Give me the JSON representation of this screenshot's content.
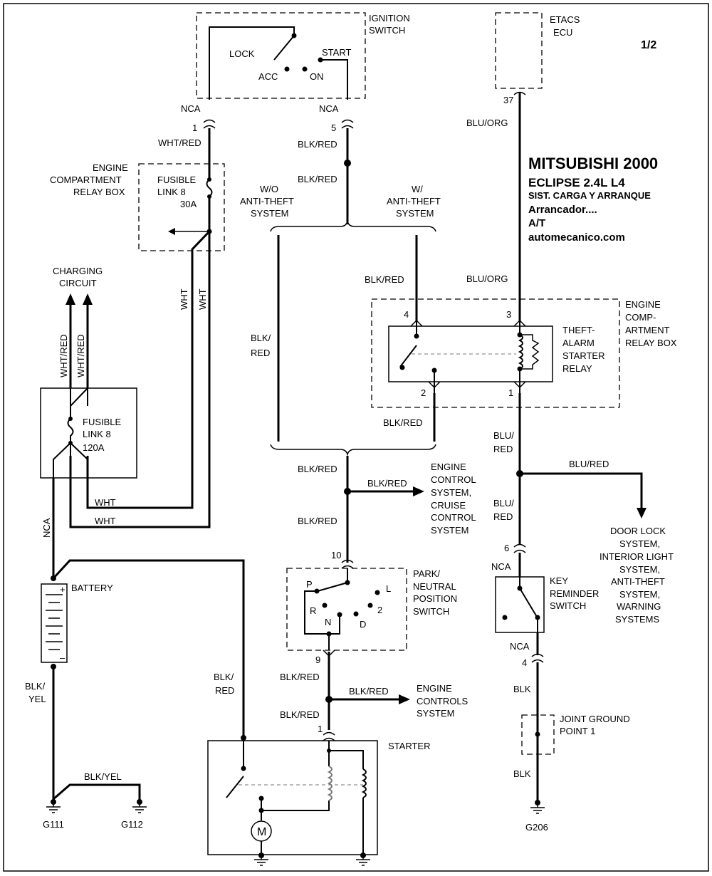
{
  "header": {
    "make": "MITSUBISHI 2000",
    "model": "ECLIPSE  2.4L  L4",
    "system": "SIST. CARGA Y ARRANQUE",
    "circuit": "Arrancador....",
    "transmission": "A/T",
    "site": "automecanico.com",
    "page": "1/2"
  },
  "components": {
    "ignition_switch": {
      "name_1": "IGNITION",
      "name_2": "SWITCH",
      "lock": "LOCK",
      "start": "START",
      "acc": "ACC",
      "on": "ON"
    },
    "etacs": {
      "name_1": "ETACS",
      "name_2": "ECU",
      "pin": "37"
    },
    "engine_relay_box_top": {
      "name_1": "ENGINE",
      "name_2": "COMPARTMENT",
      "name_3": "RELAY BOX",
      "fuse_1": "FUSIBLE",
      "fuse_2": "LINK 8",
      "fuse_3": "30A"
    },
    "charging": {
      "name_1": "CHARGING",
      "name_2": "CIRCUIT"
    },
    "fusible_120": {
      "name_1": "FUSIBLE",
      "name_2": "LINK 8",
      "name_3": "120A"
    },
    "battery": {
      "name": "BATTERY",
      "plus": "+",
      "minus": "–"
    },
    "anti_theft": {
      "wo_1": "W/O",
      "wo_2": "ANTI-THEFT",
      "wo_3": "SYSTEM",
      "w_1": "W/",
      "w_2": "ANTI-THEFT",
      "w_3": "SYSTEM"
    },
    "relay_box_right": {
      "name_1": "ENGINE",
      "name_2": "COMP-",
      "name_3": "ARTMENT",
      "name_4": "RELAY BOX",
      "relay_1": "THEFT-",
      "relay_2": "ALARM",
      "relay_3": "STARTER",
      "relay_4": "RELAY",
      "pin_4": "4",
      "pin_3": "3",
      "pin_2": "2",
      "pin_1": "1"
    },
    "ecs": {
      "l1": "ENGINE",
      "l2": "CONTROL",
      "l3": "SYSTEM,",
      "l4": "CRUISE",
      "l5": "CONTROL",
      "l6": "SYSTEM"
    },
    "pn_switch": {
      "name_1": "PARK/",
      "name_2": "NEUTRAL",
      "name_3": "POSITION",
      "name_4": "SWITCH",
      "p": "P",
      "r": "R",
      "n": "N",
      "d": "D",
      "two": "2",
      "l": "L",
      "pin_top": "10",
      "pin_bottom": "9"
    },
    "engine_controls": {
      "l1": "ENGINE",
      "l2": "CONTROLS",
      "l3": "SYSTEM"
    },
    "starter": {
      "name": "STARTER",
      "motor": "M",
      "pin": "1"
    },
    "door_lock": {
      "l1": "DOOR LOCK",
      "l2": "SYSTEM,",
      "l3": "INTERIOR LIGHT",
      "l4": "SYSTEM,",
      "l5": "ANTI-THEFT",
      "l6": "SYSTEM,",
      "l7": "WARNING",
      "l8": "SYSTEMS"
    },
    "key_reminder": {
      "name_1": "KEY",
      "name_2": "REMINDER",
      "name_3": "SWITCH",
      "pin_top": "6",
      "pin_bottom": "4"
    },
    "joint_ground": {
      "name_1": "JOINT GROUND",
      "name_2": "POINT 1"
    },
    "grounds": {
      "g111": "G111",
      "g112": "G112",
      "g206": "G206"
    }
  },
  "wires": {
    "nca": "NCA",
    "wht_red": "WHT/RED",
    "wht": "WHT",
    "blk_red": "BLK/RED",
    "blk_red_split_1": "BLK/",
    "blk_red_split_2": "RED",
    "blu_org": "BLU/ORG",
    "blu_red": "BLU/RED",
    "blu_red_split_1": "BLU/",
    "blu_red_split_2": "RED",
    "blk": "BLK",
    "blk_yel": "BLK/YEL",
    "blk_yel_split_1": "BLK/",
    "blk_yel_split_2": "YEL",
    "pin_1": "1",
    "pin_5": "5"
  }
}
